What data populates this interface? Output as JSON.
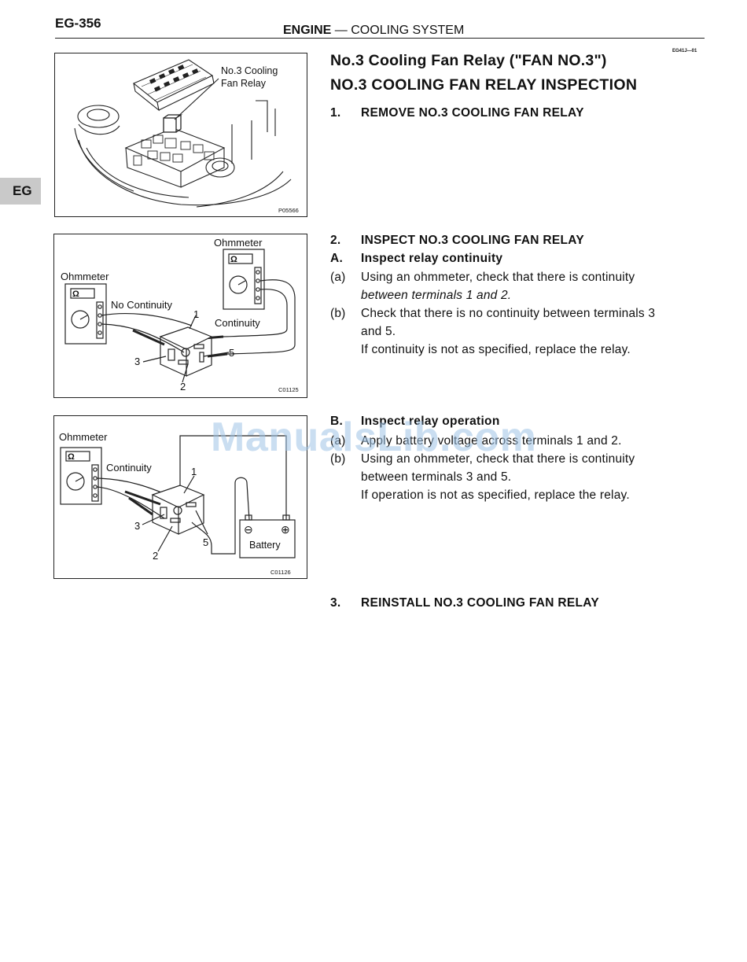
{
  "header": {
    "page_number": "EG-356",
    "section": "ENGINE",
    "separator": "—",
    "subsection": "COOLING SYSTEM",
    "doc_code": "EG41J—01"
  },
  "side_tab": "EG",
  "figures": {
    "fig1": {
      "callout": [
        "No.3 Cooling",
        "Fan Relay"
      ],
      "code": "P05566"
    },
    "fig2": {
      "meter_left_label": "Ohmmeter",
      "meter_right_label": "Ohmmeter",
      "no_continuity": "No Continuity",
      "continuity": "Continuity",
      "ohm_symbol": "Ω",
      "terminals": [
        "1",
        "2",
        "3",
        "5"
      ],
      "code": "C01125"
    },
    "fig3": {
      "meter_label": "Ohmmeter",
      "continuity": "Continuity",
      "ohm_symbol": "Ω",
      "battery": "Battery",
      "neg": "⊖",
      "pos": "⊕",
      "terminals": [
        "1",
        "2",
        "3",
        "5"
      ],
      "code": "C01126"
    }
  },
  "content": {
    "title1": "No.3 Cooling Fan Relay (\"FAN NO.3\")",
    "title2": "NO.3 COOLING FAN RELAY INSPECTION",
    "step1": {
      "num": "1.",
      "text": "REMOVE NO.3 COOLING FAN RELAY"
    },
    "step2": {
      "num": "2.",
      "text": "INSPECT NO.3 COOLING FAN RELAY",
      "sub_a": {
        "num": "A.",
        "text": "Inspect relay continuity"
      },
      "a": {
        "num": "(a)",
        "line1": "Using an ohmmeter, check that there is continuity",
        "line2": "between terminals 1 and 2."
      },
      "b": {
        "num": "(b)",
        "line1": "Check that there is no continuity between terminals 3",
        "line2": "and 5."
      },
      "note": "If continuity is not as specified, replace the relay."
    },
    "stepB": {
      "num": "B.",
      "text": "Inspect relay operation",
      "a": {
        "num": "(a)",
        "text": "Apply battery voltage across terminals 1 and 2."
      },
      "b": {
        "num": "(b)",
        "line1": "Using an ohmmeter, check that there is continuity",
        "line2": "between terminals 3 and 5."
      },
      "note": "If operation is not as specified, replace the relay."
    },
    "step3": {
      "num": "3.",
      "text": "REINSTALL NO.3 COOLING FAN RELAY"
    }
  },
  "watermark": "ManualsLib.com"
}
